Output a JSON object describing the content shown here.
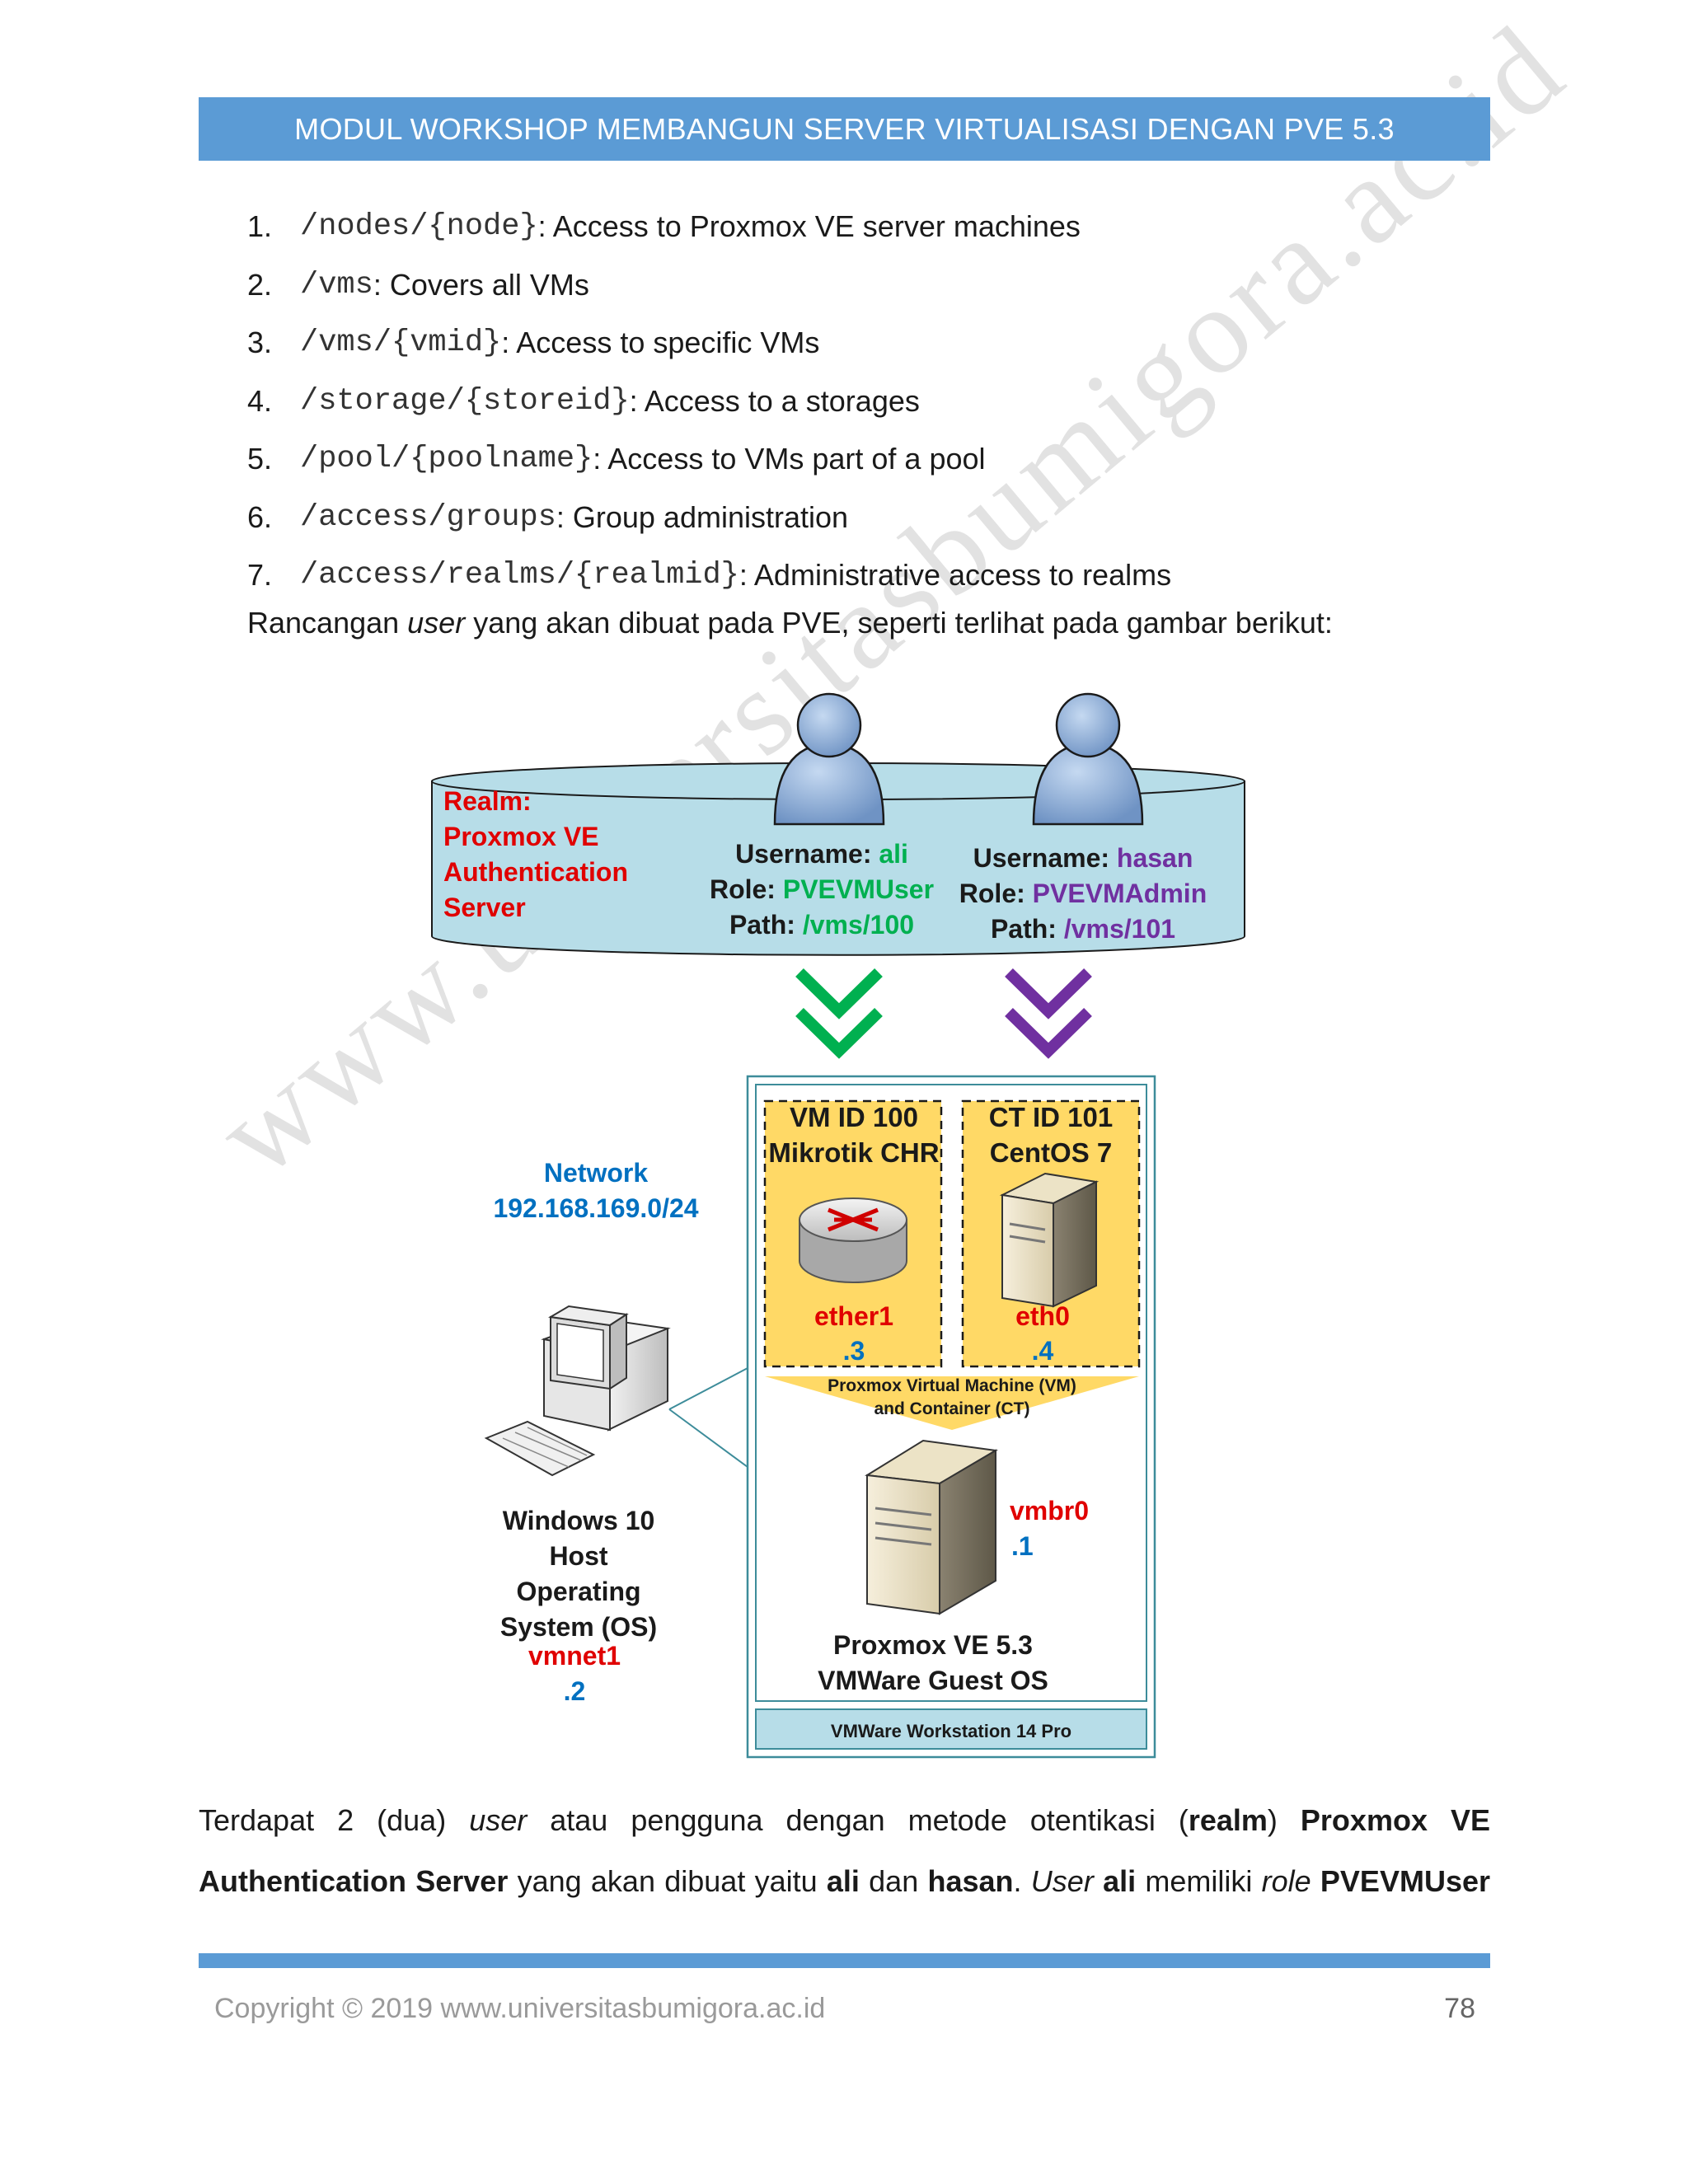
{
  "header": {
    "title": "MODUL WORKSHOP MEMBANGUN SERVER VIRTUALISASI DENGAN PVE 5.3"
  },
  "paths": [
    {
      "num": "1.",
      "code": "/nodes/{node}",
      "sep": ":",
      "desc": " Access to Proxmox VE server machines"
    },
    {
      "num": "2.",
      "code": "/vms",
      "sep": ":",
      "desc": " Covers all VMs"
    },
    {
      "num": "3.",
      "code": "/vms/{vmid}",
      "sep": ":",
      "desc": " Access to specific VMs"
    },
    {
      "num": "4.",
      "code": "/storage/{storeid}",
      "sep": ":",
      "desc": " Access to a storages"
    },
    {
      "num": "5.",
      "code": "/pool/{poolname}",
      "sep": ":",
      "desc": " Access to VMs part of a pool"
    },
    {
      "num": "6.",
      "code": "/access/groups",
      "sep": ":",
      "desc": " Group administration"
    },
    {
      "num": "7.",
      "code": "/access/realms/{realmid}",
      "sep": ":",
      "desc": " Administrative access to realms"
    }
  ],
  "intro": {
    "before": "Rancangan ",
    "em": "user",
    "after": " yang akan dibuat pada PVE, seperti terlihat pada gambar berikut:"
  },
  "diagram": {
    "realm": [
      "Realm:",
      "Proxmox VE",
      "Authentication",
      "Server"
    ],
    "user_ali": {
      "username_label": "Username: ",
      "username": "ali",
      "role_label": "Role: ",
      "role": "PVEVMUser",
      "path_label": "Path: ",
      "path": "/vms/100"
    },
    "user_hasan": {
      "username_label": "Username: ",
      "username": "hasan",
      "role_label": "Role: ",
      "role": "PVEVMAdmin",
      "path_label": "Path: ",
      "path": "/vms/101"
    },
    "vm": {
      "title": "VM ID 100",
      "name": "Mikrotik CHR",
      "iface": "ether1",
      "addr": ".3"
    },
    "ct": {
      "title": "CT ID 101",
      "name": "CentOS 7",
      "iface": "eth0",
      "addr": ".4"
    },
    "vm_ct_label": [
      "Proxmox Virtual Machine (VM)",
      "and Container (CT)"
    ],
    "network": [
      "Network",
      "192.168.169.0/24"
    ],
    "host": {
      "lines": [
        "Windows 10",
        "Host",
        "Operating",
        "System (OS)"
      ],
      "iface": "vmnet1",
      "addr": ".2"
    },
    "bridge": {
      "iface": "vmbr0",
      "addr": ".1"
    },
    "pve": [
      "Proxmox VE 5.3",
      "VMWare Guest OS"
    ],
    "workstation": "VMWare Workstation 14 Pro",
    "colors": {
      "green": "#00b050",
      "purple": "#7030a0",
      "red": "#e00000",
      "blue": "#0070c0",
      "yellow": "#ffd966",
      "teal": "#3d8c9a"
    }
  },
  "para1": [
    {
      "t": "Terdapat 2 (dua) ",
      "s": "n"
    },
    {
      "t": "user",
      "s": "i"
    },
    {
      "t": " atau pengguna dengan metode otentikasi (",
      "s": "n"
    },
    {
      "t": "realm",
      "s": "b"
    },
    {
      "t": ") ",
      "s": "n"
    },
    {
      "t": "Proxmox VE",
      "s": "b"
    }
  ],
  "para2": [
    {
      "t": "Authentication Server",
      "s": "b"
    },
    {
      "t": " yang akan dibuat yaitu ",
      "s": "n"
    },
    {
      "t": "ali",
      "s": "b"
    },
    {
      "t": " dan ",
      "s": "n"
    },
    {
      "t": "hasan",
      "s": "b"
    },
    {
      "t": ". ",
      "s": "n"
    },
    {
      "t": "User",
      "s": "i"
    },
    {
      "t": " ",
      "s": "n"
    },
    {
      "t": "ali",
      "s": "b"
    },
    {
      "t": " memiliki ",
      "s": "n"
    },
    {
      "t": "role",
      "s": "i"
    },
    {
      "t": " ",
      "s": "n"
    },
    {
      "t": "PVEVMUser",
      "s": "b"
    }
  ],
  "footer": {
    "copyright": "Copyright © 2019 www.universitasbumigora.ac.id",
    "page": "78"
  },
  "watermark": "www.universitasbumigora.ac.id"
}
